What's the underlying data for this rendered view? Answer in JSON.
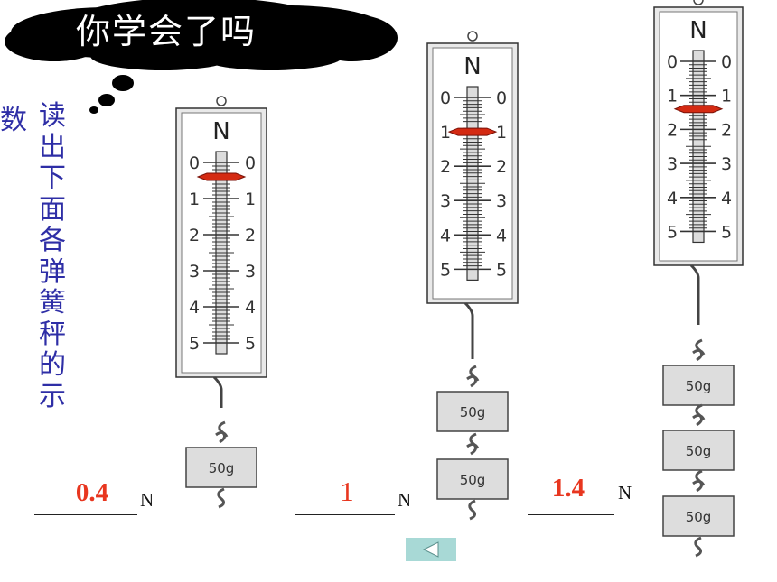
{
  "cloud_title": "你学会了吗",
  "instruction_text": "读出下面各弹簧秤的示",
  "instruction_tail": "数",
  "scale_unit_label": "N",
  "scale_tick_labels": [
    "0",
    "1",
    "2",
    "3",
    "4",
    "5"
  ],
  "weight_label": "50g",
  "answers": [
    {
      "value": "0.4",
      "unit": "N"
    },
    {
      "value": "1",
      "unit": "N"
    },
    {
      "value": "1.4",
      "unit": "N"
    }
  ],
  "pointer_readings_N": [
    0.4,
    1,
    1.4
  ],
  "weights_per_scale": [
    1,
    2,
    3
  ],
  "colors": {
    "instruction": "#2e2ea6",
    "answer": "#e8361f",
    "pointer": "#d42a12",
    "back_button": "#a8d9d6"
  },
  "nav": {
    "back_icon": "left-triangle-icon"
  }
}
